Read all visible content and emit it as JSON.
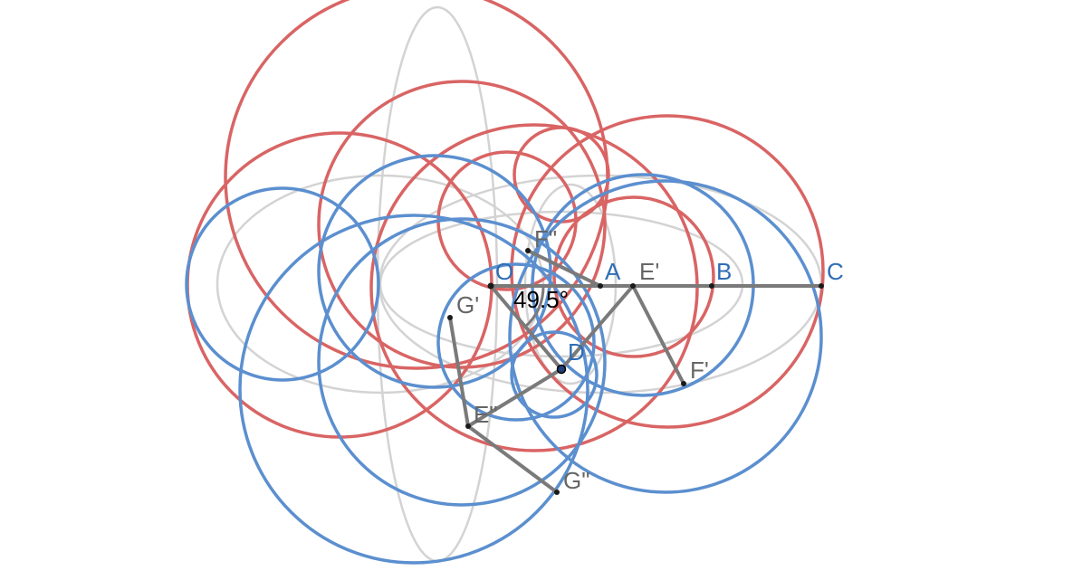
{
  "colors": {
    "red": "#d96464",
    "blue": "#5b8fcf",
    "gray": "#d3d3d3",
    "segment": "#7a7a7a",
    "point": "#1a1a1a",
    "label_blue": "#2f6db5",
    "label_gray": "#666666",
    "angle_text": "#000000"
  },
  "labels": {
    "O": "O",
    "A": "A",
    "B": "B",
    "C": "C",
    "D": "D",
    "E1": "E'",
    "F1": "F'",
    "G1": "G'",
    "E2": "E\"",
    "F2": "F\"",
    "G2": "G\""
  },
  "angle": {
    "text": "49.5°"
  }
}
